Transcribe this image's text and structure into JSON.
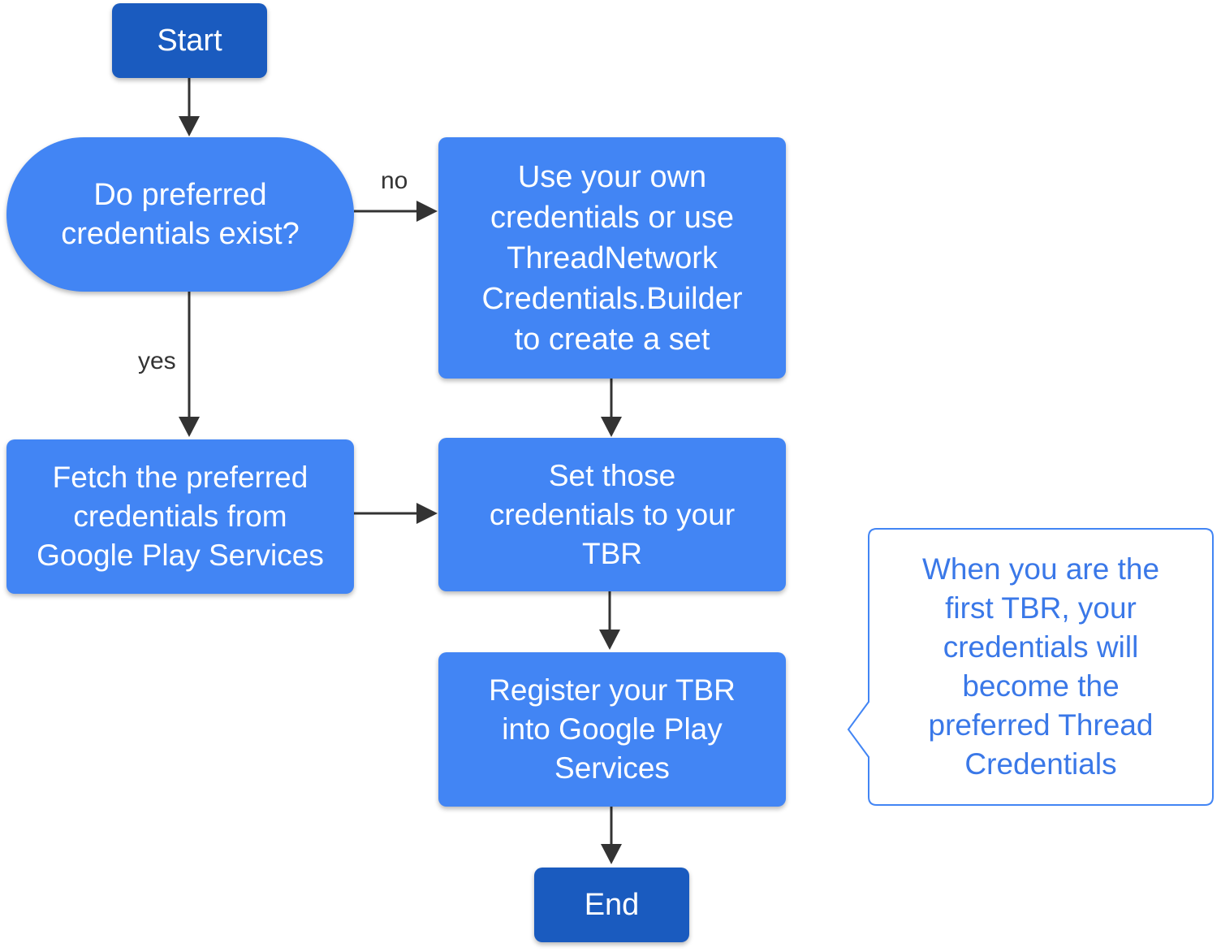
{
  "colors": {
    "terminal": "#1a5bbf",
    "process": "#4285f4",
    "arrow": "#333333",
    "callout_border": "#4285f4",
    "callout_text": "#3a78e8"
  },
  "nodes": {
    "start": "Start",
    "question": "Do preferred\ncredentials exist?",
    "own_credentials": "Use your own\ncredentials or use\nThreadNetwork\nCredentials.Builder\nto create a set",
    "fetch": "Fetch the preferred\ncredentials from\nGoogle Play Services",
    "set": "Set those\ncredentials to your\nTBR",
    "register": "Register your TBR\ninto Google Play\nServices",
    "end": "End"
  },
  "edges": {
    "no": "no",
    "yes": "yes"
  },
  "callout": {
    "text": "When you are the\nfirst TBR, your\ncredentials will\nbecome the\npreferred Thread\nCredentials"
  }
}
